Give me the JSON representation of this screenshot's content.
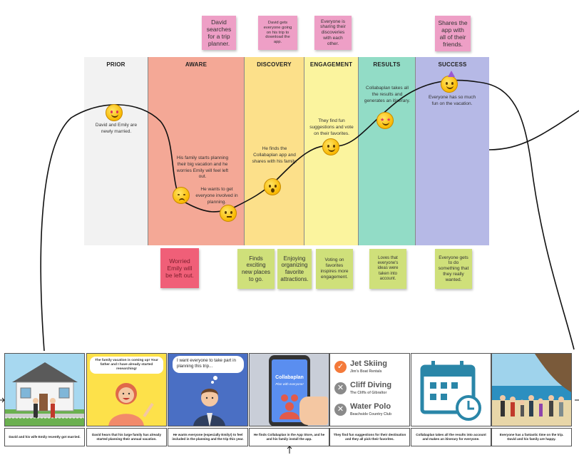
{
  "stages": [
    {
      "key": "prior",
      "title": "PRIOR",
      "color": "#f2f2f2"
    },
    {
      "key": "aware",
      "title": "AWARE",
      "color": "#f4a896"
    },
    {
      "key": "discovery",
      "title": "DISCOVERY",
      "color": "#fce08a"
    },
    {
      "key": "engagement",
      "title": "ENGAGEMENT",
      "color": "#fbf49e"
    },
    {
      "key": "results",
      "title": "RESULTS",
      "color": "#92dcc6"
    },
    {
      "key": "success",
      "title": "SUCCESS",
      "color": "#b6b9e6"
    }
  ],
  "top_notes": {
    "n1": "David searches for a trip planner.",
    "n2": "David gets everyone going on his trip to download the app.",
    "n3": "Everyone is sharing their discoveries with each other.",
    "n4": "Shares the app with all of their friends."
  },
  "stage_notes": {
    "prior": "David and Emily are newly married.",
    "aware1": "His family starts planning their big vacation and he worries Emily will feel left out.",
    "aware2": "He wants to get everyone involved in planning.",
    "discovery": "He finds the Collabaplan app and shares with his family.",
    "engagement": "They find fun suggestions and vote on their favorites.",
    "results": "Collabaplan takes all the results and generates an itinerary.",
    "success": "Everyone has so much fun on the vacation."
  },
  "bottom_notes": {
    "worried": "Worried Emily will be left out.",
    "finds": "Finds exciting new places to go.",
    "enjoying": "Enjoying organizing favorite attractions.",
    "voting": "Voting on favorites inspires more engagement.",
    "loves": "Loves that everyone's ideas were taken into account.",
    "everyone": "Everyone gets to do something that they really wanted."
  },
  "panels": {
    "p2_speech": "The family vacation is coming up! Your father and I have already started researching!",
    "p3_thought": "I want everyone to take part in planning this trip...",
    "p4_app_name": "Collabaplan",
    "p4_app_tag": "Plan with everyone!",
    "p5_items": [
      {
        "title": "Jet Skiing",
        "sub": "Jim's Boat Rentals",
        "icon": "check"
      },
      {
        "title": "Cliff Diving",
        "sub": "The Cliffs of Gibraltor",
        "icon": "x"
      },
      {
        "title": "Water Polo",
        "sub": "Beachside Country Club",
        "icon": "x"
      }
    ]
  },
  "captions": [
    "David and his wife Emily recently got married.",
    "David hears that his large family has already started planning their annual vacation.",
    "He wants everyone (especially Emily!) to feel included in the planning and the trip this year.",
    "He finds Collabaplan in the App Store, and he and his family install the app.",
    "They find fun suggestions for their destination and they all pick their favorites.",
    "Collabaplan takes all the results into account and makes an itinerary for everyone.",
    "Everyone has a fantastic time on the trip. David and his family are happy."
  ],
  "colors": {
    "sticky_pink": "#ee9fc6",
    "sticky_green": "#cfe07a",
    "sticky_red": "#f05f78",
    "check_orange": "#f47a3a",
    "x_gray": "#8a8a8a"
  }
}
